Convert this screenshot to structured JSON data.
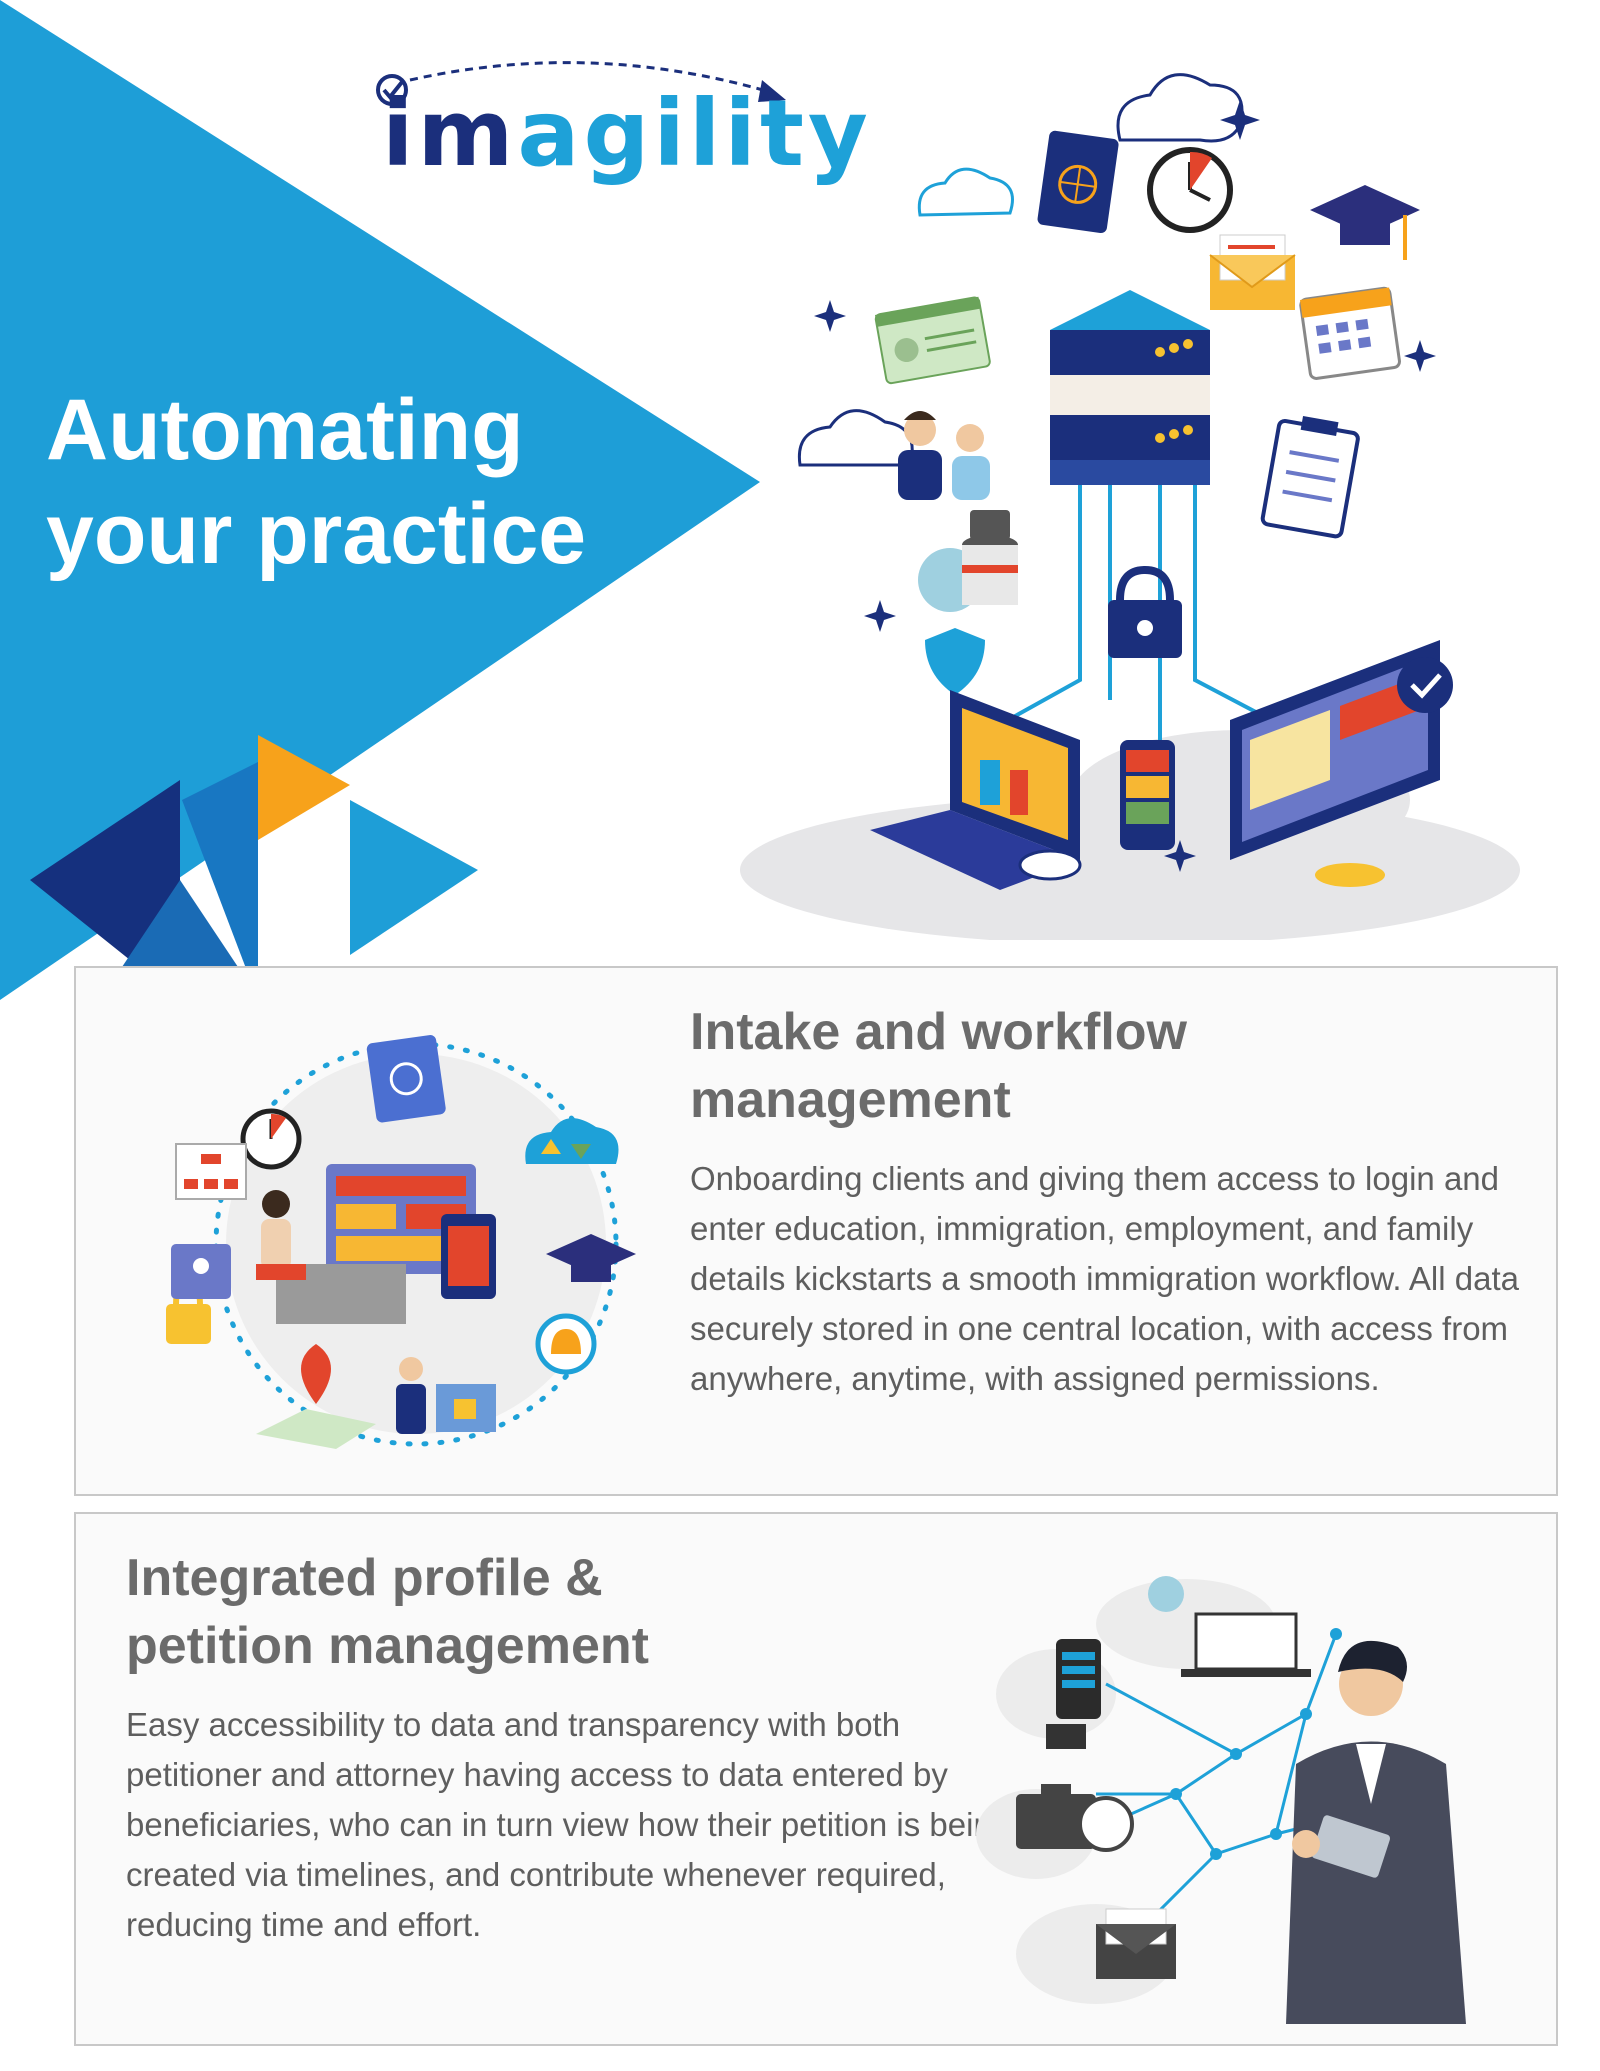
{
  "brand": {
    "logo_text_part1": "im",
    "logo_text_part2": "agility",
    "colors": {
      "navy": "#1b2f7c",
      "blue": "#1ea1d8",
      "accent": "#f7a21b",
      "text_gray": "#6b6b6b"
    }
  },
  "hero": {
    "title_line1": "Automating",
    "title_line2": "your practice",
    "illustration_icons": [
      "cloud-icon",
      "passport-icon",
      "clock-icon",
      "envelope-icon",
      "graduation-cap-icon",
      "id-card-icon",
      "calendar-icon",
      "server-stack-icon",
      "people-icon",
      "clipboard-icon",
      "padlock-icon",
      "globe-database-icon",
      "laptop-icon",
      "phone-icon",
      "monitor-icon",
      "shield-icon"
    ]
  },
  "sections": [
    {
      "title_line1": "Intake and workflow",
      "title_line2": "management",
      "body": "Onboarding clients and giving them access to login and enter education, immigration, employment, and family details kickstarts a smooth immigration workflow. All data securely stored in one central location, with access from anywhere, anytime, with assigned permissions."
    },
    {
      "title_line1": "Integrated profile &",
      "title_line2": "petition management",
      "body": "Easy accessibility to data and transparency with both petitioner and attorney having access to data entered by beneficiaries, who can in turn view how their petition is being created via timelines, and contribute whenever required, reducing time and effort."
    }
  ]
}
